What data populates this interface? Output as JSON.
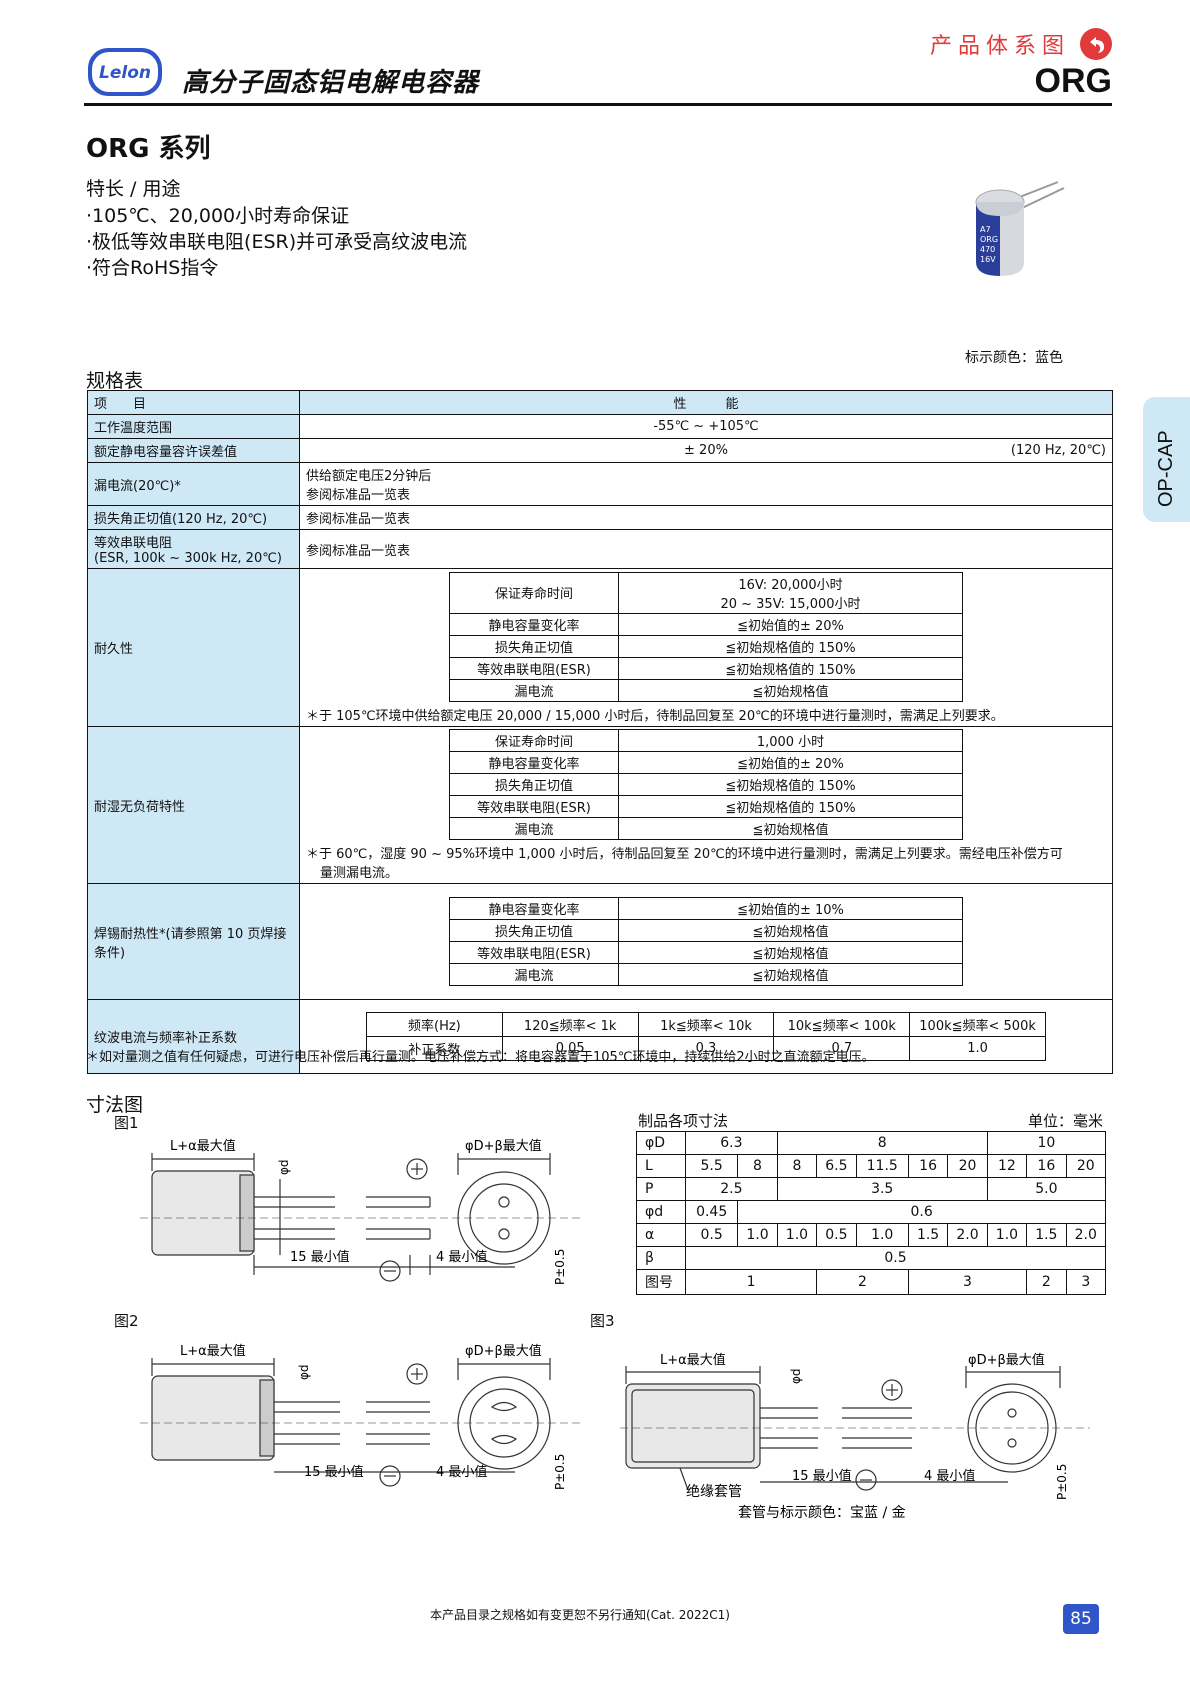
{
  "header": {
    "logo_text": "Lelon",
    "title": "高分子固态铝电解电容器",
    "system_link": "产品体系图",
    "series_code": "ORG"
  },
  "series_title": "ORG 系列",
  "features": {
    "title": "特长 / 用途",
    "items": [
      "105℃、20,000小时寿命保证",
      "极低等效串联电阻(ESR)并可承受高纹波电流",
      "符合RoHS指令"
    ]
  },
  "product_marking": [
    "A7",
    "ORG",
    "470",
    "16V"
  ],
  "marking_color": "标示颜色：蓝色",
  "spec_title": "规格表",
  "spec": {
    "header": [
      "项　　目",
      "性　　　能"
    ],
    "temp": {
      "label": "工作温度范围",
      "value": "-55℃ ~ +105℃"
    },
    "cap_tol": {
      "label": "额定静电容量容许误差值",
      "value": "± 20%",
      "cond": "(120 Hz, 20℃)"
    },
    "leak": {
      "label": "漏电流(20℃)*",
      "line1": "供给额定电压2分钟后",
      "line2": "参阅标准品一览表"
    },
    "df": {
      "label": "损失角正切值(120 Hz, 20℃)",
      "value": "参阅标准品一览表"
    },
    "esr": {
      "label1": "等效串联电阻",
      "label2": "(ESR, 100k ~ 300k Hz, 20℃)",
      "value": "参阅标准品一览表"
    },
    "endurance": {
      "label": "耐久性",
      "life_label": "保证寿命时间",
      "life1": "16V: 20,000小时",
      "life2": "20 ~ 35V: 15,000小时",
      "rows": [
        [
          "静电容量变化率",
          "≦初始值的± 20%"
        ],
        [
          "损失角正切值",
          "≦初始规格值的 150%"
        ],
        [
          "等效串联电阻(ESR)",
          "≦初始规格值的 150%"
        ],
        [
          "漏电流",
          "≦初始规格值"
        ]
      ],
      "note": "＊于 105℃环境中供给额定电压 20,000 / 15,000 小时后，待制品回复至 20℃的环境中进行量测时，需满足上列要求。"
    },
    "humidity": {
      "label": "耐湿无负荷特性",
      "rows": [
        [
          "保证寿命时间",
          "1,000 小时"
        ],
        [
          "静电容量变化率",
          "≦初始值的± 20%"
        ],
        [
          "损失角正切值",
          "≦初始规格值的 150%"
        ],
        [
          "等效串联电阻(ESR)",
          "≦初始规格值的 150%"
        ],
        [
          "漏电流",
          "≦初始规格值"
        ]
      ],
      "note1": "＊于 60℃，湿度 90 ~ 95%环境中 1,000 小时后，待制品回复至 20℃的环境中进行量测时，需满足上列要求。需经电压补偿方可",
      "note2": "量测漏电流。"
    },
    "solder": {
      "label": "焊锡耐热性*(请参照第 10 页焊接条件)",
      "rows": [
        [
          "静电容量变化率",
          "≦初始值的± 10%"
        ],
        [
          "损失角正切值",
          "≦初始规格值"
        ],
        [
          "等效串联电阻(ESR)",
          "≦初始规格值"
        ],
        [
          "漏电流",
          "≦初始规格值"
        ]
      ]
    },
    "ripple": {
      "label": "纹波电流与频率补正系数",
      "freq_header": [
        "频率(Hz)",
        "120≦频率< 1k",
        "1k≦频率< 10k",
        "10k≦频率< 100k",
        "100k≦频率< 500k"
      ],
      "coef": [
        "补正系数",
        "0.05",
        "0.3",
        "0.7",
        "1.0"
      ]
    }
  },
  "table_note": "＊如对量测之值有任何疑虑，可进行电压补偿后再行量测。电压补偿方式：将电容器置于105℃环境中，持续供给2小时之直流额定电压。",
  "dim_title": "寸法图",
  "fig_labels": [
    "图1",
    "图2",
    "图3"
  ],
  "drawing_labels": {
    "l_max": "L+α最大值",
    "d_max": "φD+β最大值",
    "phi_d": "φd",
    "lead15": "15 最小值",
    "lead4": "4 最小值",
    "pitch": "P±0.5",
    "sleeve": "绝缘套管",
    "sleeve_color": "套管与标示颜色：宝蓝 / 金"
  },
  "dim_table": {
    "title": "制品各项寸法",
    "unit": "单位：毫米",
    "phiD": [
      "φD",
      "6.3",
      "8",
      "10"
    ],
    "L": [
      "L",
      "5.5",
      "8",
      "8",
      "6.5",
      "11.5",
      "16",
      "20",
      "12",
      "16",
      "20"
    ],
    "P": [
      "P",
      "2.5",
      "3.5",
      "5.0"
    ],
    "phid": [
      "φd",
      "0.45",
      "0.6"
    ],
    "alpha": [
      "α",
      "0.5",
      "1.0",
      "1.0",
      "0.5",
      "1.0",
      "1.5",
      "2.0",
      "1.0",
      "1.5",
      "2.0"
    ],
    "beta": [
      "β",
      "0.5"
    ],
    "fig": [
      "图号",
      "1",
      "2",
      "3",
      "2",
      "3"
    ]
  },
  "side_tab": "OP-CAP",
  "footer": "本产品目录之规格如有变更恕不另行通知(Cat. 2022C1)",
  "page_number": "85",
  "colors": {
    "accent_red": "#e23a3a",
    "label_blue": "#cfe8f5",
    "brand_blue": "#2f55c8"
  }
}
